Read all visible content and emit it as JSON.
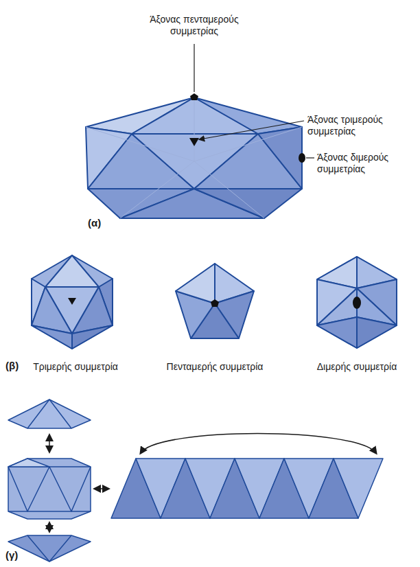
{
  "diagram": {
    "labels": [
      "Άξονας πενταμερούς συμμετρίας",
      "Άξονας τριμερούς συμμετρίας",
      "Άξονας διμερούς συμμετρίας",
      "(α)",
      "(β)",
      "Τριμερής συμμετρία",
      "Πενταμερής συμμετρία",
      "Διμερής συμμετρία",
      "(γ)"
    ]
  }
}
